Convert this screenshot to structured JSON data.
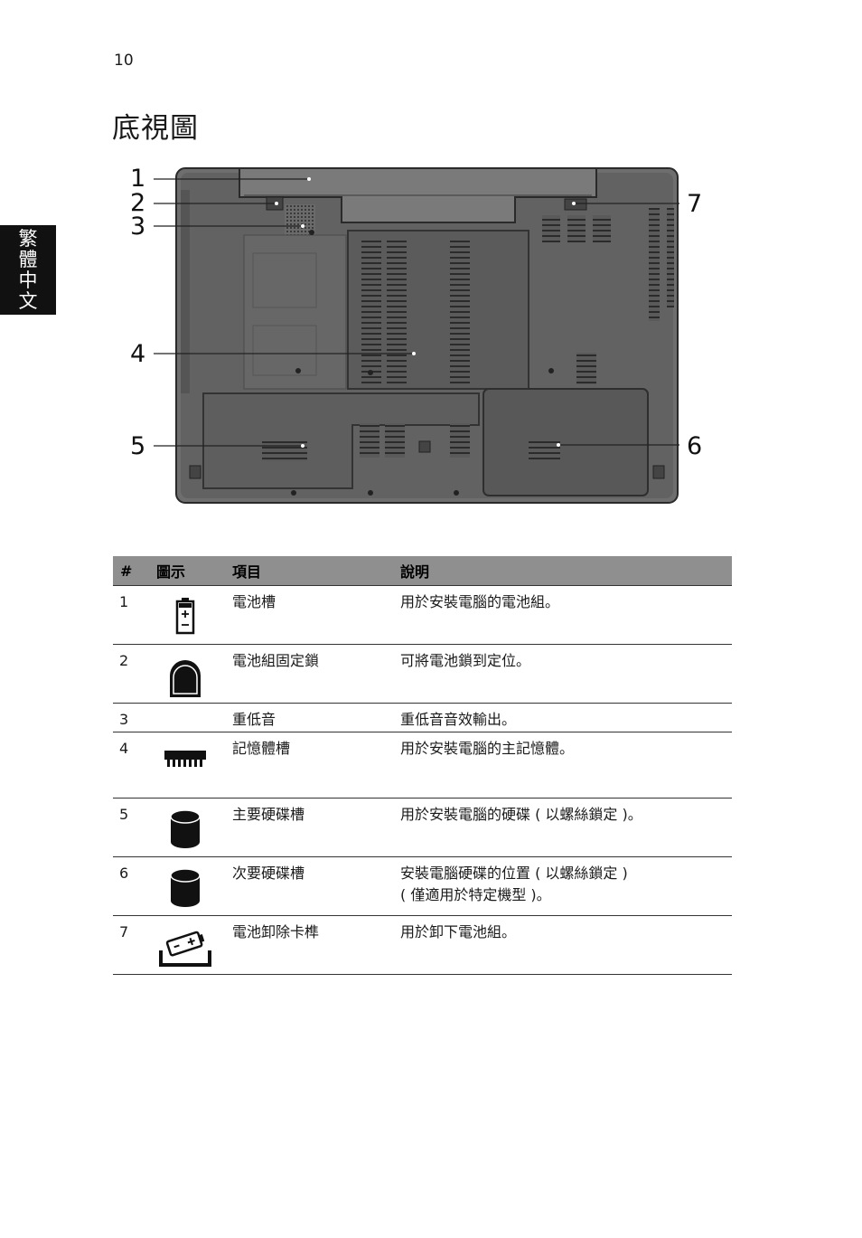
{
  "page": {
    "number": "10",
    "title": "底視圖",
    "side_tab": [
      "繁",
      "體",
      "中",
      "文"
    ]
  },
  "figure": {
    "callouts": [
      "1",
      "2",
      "3",
      "4",
      "5",
      "6",
      "7"
    ]
  },
  "table": {
    "headers": [
      "#",
      "圖示",
      "項目",
      "說明"
    ],
    "rows": [
      {
        "num": "1",
        "icon": "battery-icon",
        "item": "電池槽",
        "desc": [
          "用於安裝電腦的電池組。"
        ]
      },
      {
        "num": "2",
        "icon": "lock-icon",
        "item": "電池組固定鎖",
        "desc": [
          "可將電池鎖到定位。"
        ]
      },
      {
        "num": "3",
        "icon": "",
        "item": "重低音",
        "desc": [
          "重低音音效輸出。"
        ]
      },
      {
        "num": "4",
        "icon": "memory-icon",
        "item": "記憶體槽",
        "desc": [
          "用於安裝電腦的主記憶體。"
        ]
      },
      {
        "num": "5",
        "icon": "hard-disk-icon",
        "item": "主要硬碟槽",
        "desc": [
          "用於安裝電腦的硬碟 ( 以螺絲鎖定 )。"
        ]
      },
      {
        "num": "6",
        "icon": "hard-disk-icon",
        "item": "次要硬碟槽",
        "desc": [
          "安裝電腦硬碟的位置 ( 以螺絲鎖定 )",
          "( 僅適用於特定機型 )。"
        ]
      },
      {
        "num": "7",
        "icon": "battery-release-icon",
        "item": "電池卸除卡榫",
        "desc": [
          "用於卸下電池組。"
        ]
      }
    ]
  }
}
